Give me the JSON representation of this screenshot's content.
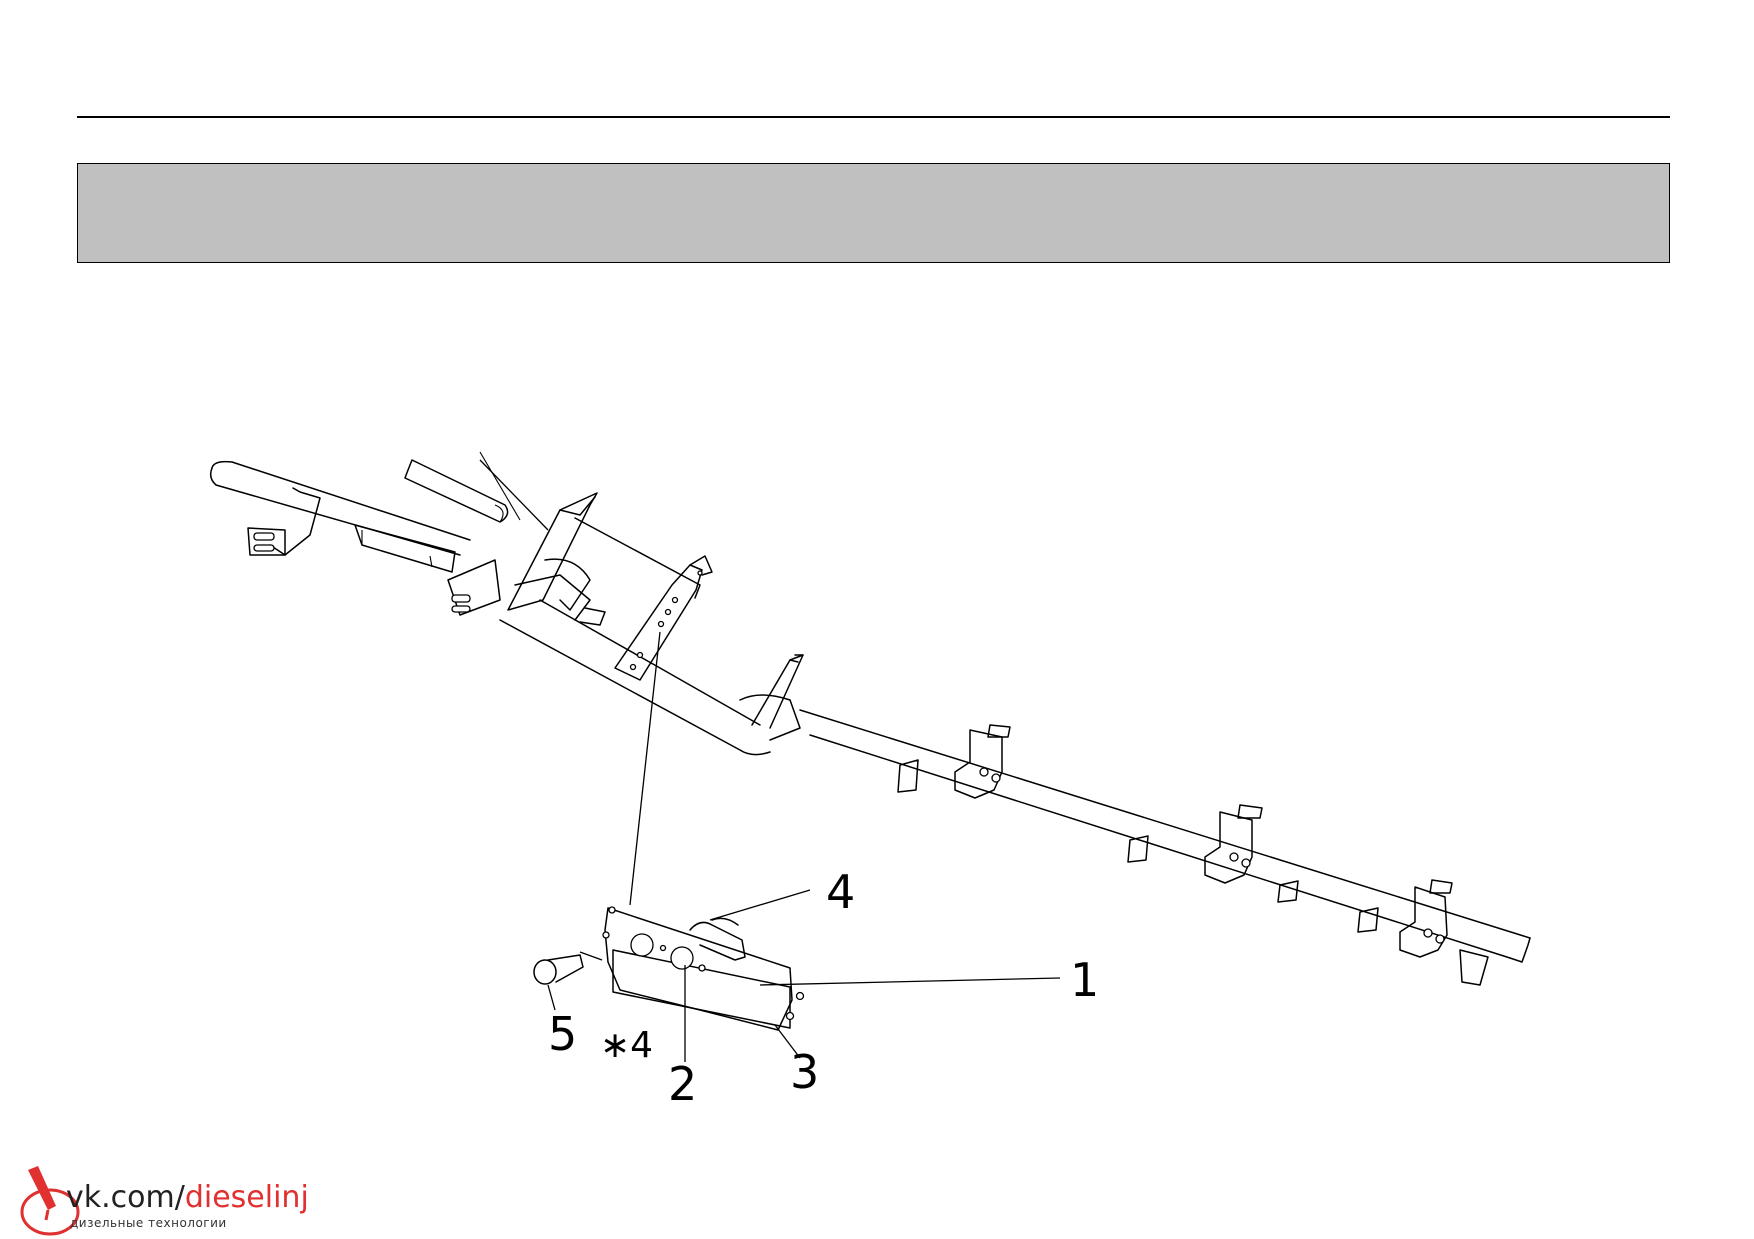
{
  "callouts": {
    "c1": "1",
    "c2": "2",
    "c3": "3",
    "c4": "4",
    "c5": "5",
    "note": "∗4"
  },
  "watermark": {
    "prefix": "vk.com/",
    "accent": "dieselinj",
    "subtitle": "дизельные технологии",
    "accent_color": "#e03030",
    "logo_icon": "fuel-injector-icon"
  },
  "colors": {
    "header_band": "#c0c0c0",
    "line": "#000000"
  }
}
